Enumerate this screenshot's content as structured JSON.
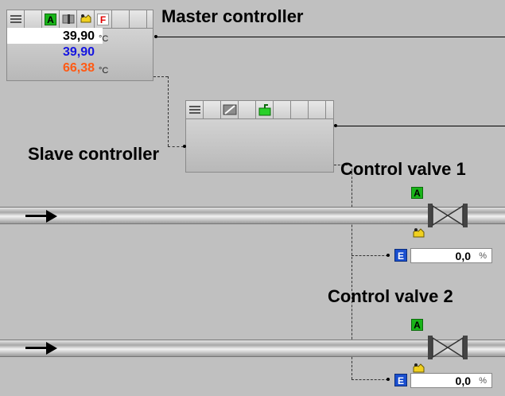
{
  "labels": {
    "master": "Master controller",
    "slave": "Slave controller",
    "valve1": "Control valve 1",
    "valve2": "Control valve 2"
  },
  "master_faceplate": {
    "values": [
      {
        "value": "39,90",
        "unit": "°C",
        "color": "#000000"
      },
      {
        "value": "39,90",
        "unit": "",
        "color": "#1515e0"
      },
      {
        "value": "66,38",
        "unit": "°C",
        "color": "#ff5a14"
      }
    ],
    "badges": {
      "auto": "A",
      "fault": "F"
    }
  },
  "valve1": {
    "mode_badge": "A",
    "output_badge": "E",
    "output": "0,0",
    "output_unit": "%"
  },
  "valve2": {
    "mode_badge": "A",
    "output_badge": "E",
    "output": "0,0",
    "output_unit": "%"
  },
  "colors": {
    "auto_green": "#19b419",
    "external_blue": "#1a4fcf",
    "setpoint_blue": "#1515e0",
    "output_orange": "#ff5a14"
  }
}
